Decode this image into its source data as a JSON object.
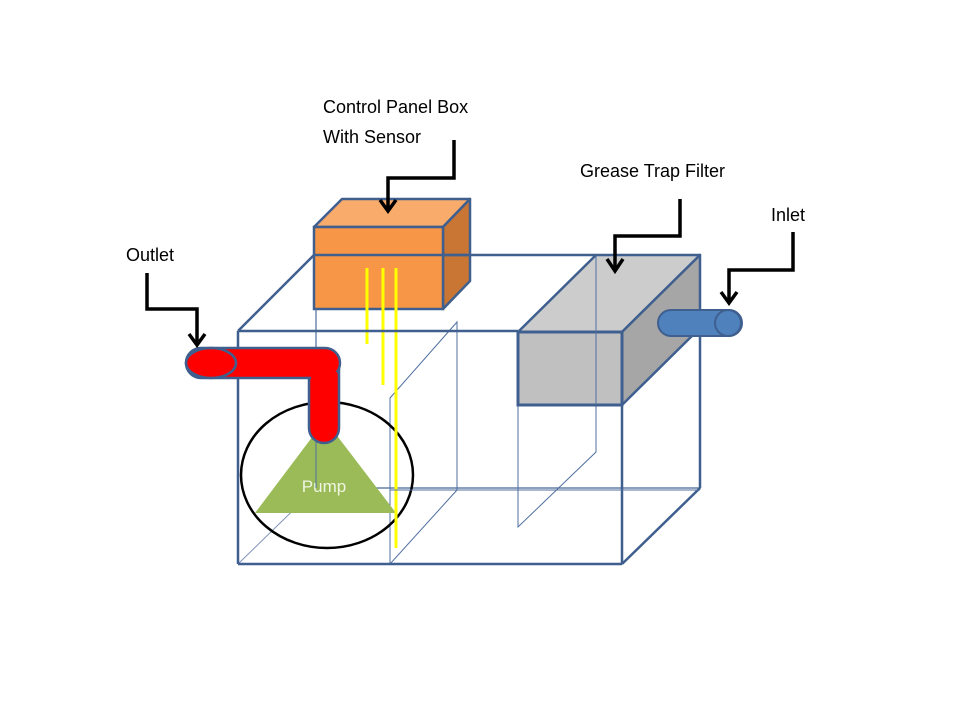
{
  "title": "Grease trap system diagram",
  "labels": {
    "control_panel_line1": "Control Panel Box",
    "control_panel_line2": "With Sensor",
    "grease_trap_filter": "Grease Trap Filter",
    "inlet": "Inlet",
    "outlet": "Outlet",
    "pump": "Pump"
  },
  "colors": {
    "tank_outline": "#3f5f8f",
    "control_box_front": "#f79646",
    "control_box_top": "#f9ab6c",
    "control_box_side": "#c97634",
    "filter_front": "#c0c0c0",
    "filter_top": "#cccccc",
    "filter_side": "#a6a6a6",
    "outlet_pipe": "#ff0000",
    "inlet_pipe": "#4f81bd",
    "pump": "#9bbb59",
    "pump_text": "#eef5e0",
    "sensor_wires": "#ffff00",
    "arrows": "#000000"
  },
  "components": [
    {
      "name": "tank"
    },
    {
      "name": "control-panel-box"
    },
    {
      "name": "grease-trap-filter"
    },
    {
      "name": "inlet-pipe"
    },
    {
      "name": "outlet-pipe"
    },
    {
      "name": "pump"
    },
    {
      "name": "sensor-wires",
      "count": 3
    }
  ]
}
